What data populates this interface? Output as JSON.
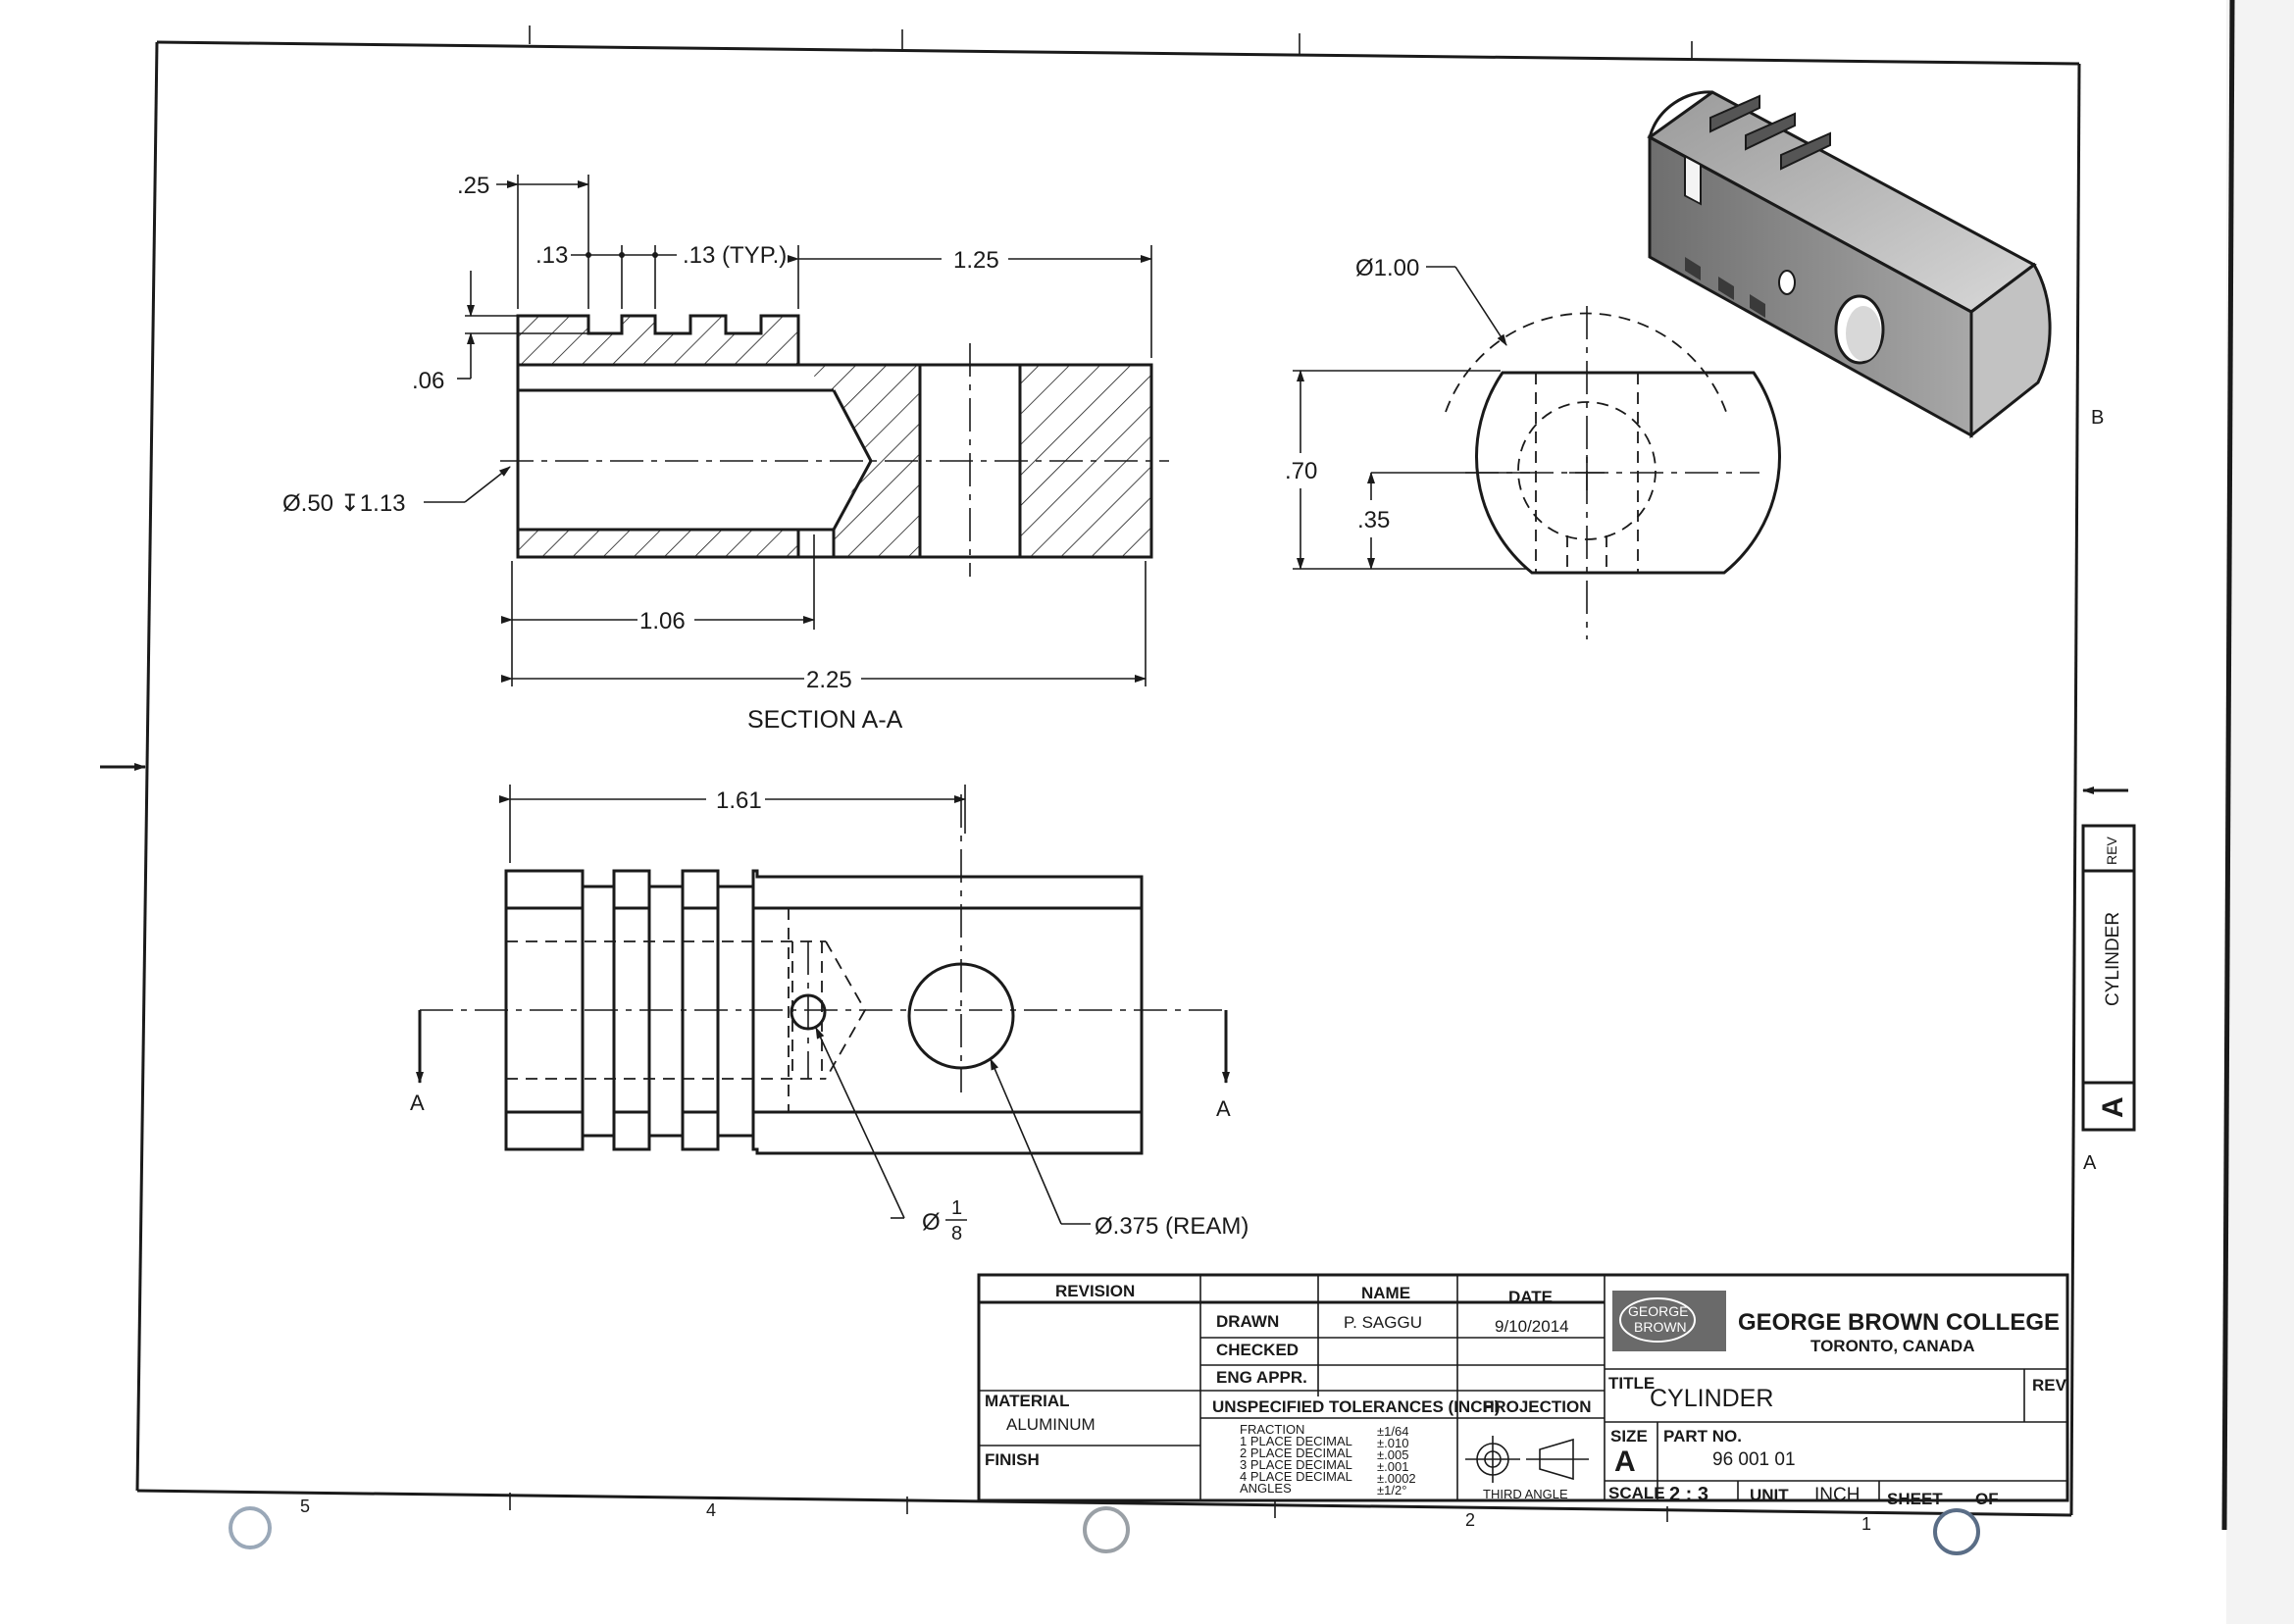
{
  "drawing": {
    "views": {
      "section_label": "SECTION A-A",
      "section_marker": "A"
    },
    "dimensions": {
      "d_025": ".25",
      "d_013": ".13",
      "d_013_typ": ".13 (TYP.)",
      "d_125": "1.25",
      "d_006": ".06",
      "d_bore": "Ø.50 ↧1.13",
      "d_106": "1.06",
      "d_225": "2.25",
      "d_dia100": "Ø1.00",
      "d_070": ".70",
      "d_035": ".35",
      "d_161": "1.61",
      "d_hole_small_prefix": "Ø",
      "d_hole_small_num": "1",
      "d_hole_small_den": "8",
      "d_ream": "Ø.375 (REAM)"
    },
    "border": {
      "zone_b": "B",
      "zone_a": "A",
      "col_5": "5",
      "col_4": "4",
      "col_2": "2",
      "col_1": "1"
    },
    "side_box": {
      "rev": "REV",
      "title": "CYLINDER",
      "size": "A"
    }
  },
  "title_block": {
    "revision_header": "REVISION",
    "name_header": "NAME",
    "date_header": "DATE",
    "drawn_label": "DRAWN",
    "drawn_name": "P. SAGGU",
    "drawn_date": "9/10/2014",
    "checked_label": "CHECKED",
    "eng_appr_label": "ENG APPR.",
    "material_label": "MATERIAL",
    "material_value": "ALUMINUM",
    "finish_label": "FINISH",
    "tolerances_header": "UNSPECIFIED TOLERANCES (INCH)",
    "tolerances": [
      {
        "label": "FRACTION",
        "value": "±1/64"
      },
      {
        "label": "1 PLACE DECIMAL",
        "value": "±.010"
      },
      {
        "label": "2 PLACE DECIMAL",
        "value": "±.005"
      },
      {
        "label": "3 PLACE DECIMAL",
        "value": "±.001"
      },
      {
        "label": "4 PLACE DECIMAL",
        "value": "±.0002"
      },
      {
        "label": "ANGLES",
        "value": "±1/2°"
      }
    ],
    "projection_header": "PROJECTION",
    "projection_value": "THIRD ANGLE",
    "logo_line1": "GEORGE",
    "logo_line2": "BROWN",
    "college_name": "GEORGE BROWN COLLEGE",
    "college_location": "TORONTO, CANADA",
    "title_label": "TITLE",
    "title_value": "CYLINDER",
    "rev_label": "REV",
    "size_label": "SIZE",
    "size_value": "A",
    "part_no_label": "PART NO.",
    "part_no_value": "96 001 01",
    "scale_label": "SCALE",
    "scale_value": "2 : 3",
    "unit_label": "UNIT",
    "unit_value": "INCH",
    "sheet_label": "SHEET",
    "of_label": "OF"
  }
}
